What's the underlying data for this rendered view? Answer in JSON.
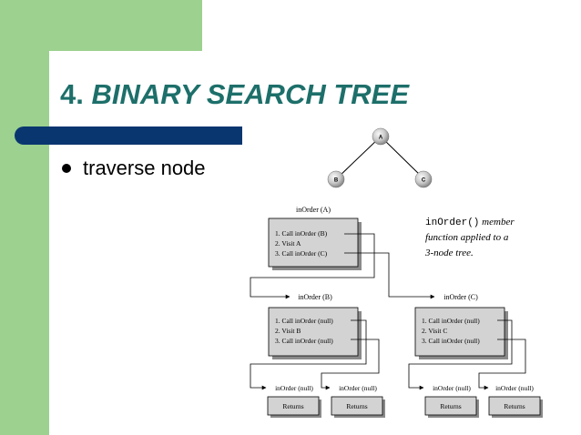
{
  "slide": {
    "title_number": "4.",
    "title_text": "BINARY SEARCH TREE",
    "bullet": "traverse node"
  },
  "tree": {
    "nodes": [
      "A",
      "B",
      "C"
    ]
  },
  "caption": {
    "code": "inOrder()",
    "line1_rest": " member",
    "line2": "function applied to a",
    "line3": "3-node tree."
  },
  "calls": {
    "a_title": "inOrder (A)",
    "a_steps": [
      "1. Call inOrder (B)",
      "2. Visit A",
      "3. Call inOrder (C)"
    ],
    "b_title": "inOrder (B)",
    "b_steps": [
      "1. Call inOrder (null)",
      "2. Visit B",
      "3. Call inOrder (null)"
    ],
    "c_title": "inOrder (C)",
    "c_steps": [
      "1. Call inOrder (null)",
      "2. Visit C",
      "3. Call inOrder (null)"
    ],
    "null_label": "inOrder (null)",
    "returns_label": "Returns"
  },
  "colors": {
    "green": "#9cd18f",
    "navy": "#0a3670",
    "title": "#1d6f6a",
    "box": "#d3d3d3",
    "shadow": "#8a8a8a"
  }
}
